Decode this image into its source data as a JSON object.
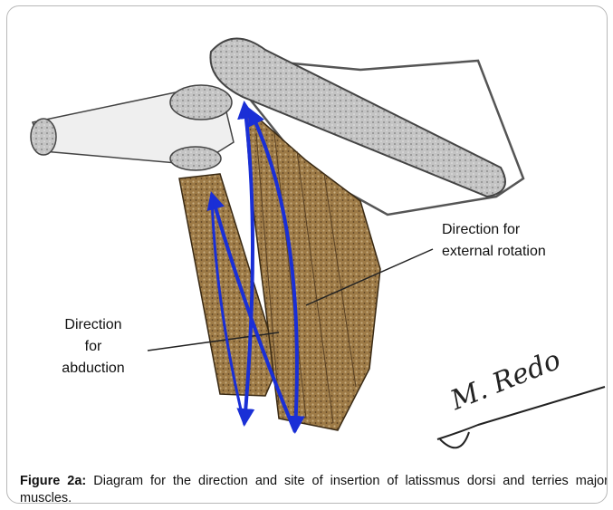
{
  "figure": {
    "labels": {
      "external_rotation": [
        "Direction for",
        "external rotation"
      ],
      "abduction": [
        "Direction",
        "for",
        "abduction"
      ]
    },
    "signature": "M. Redo",
    "caption": {
      "label": "Figure 2a:",
      "text": " Diagram for the direction and site of insertion of latissmus dorsi and terries major muscles."
    },
    "colors": {
      "arrow": "#1a2fd6",
      "muscle": "#8a6a3c",
      "bone": "#b7b7b7",
      "line": "#222222"
    }
  }
}
